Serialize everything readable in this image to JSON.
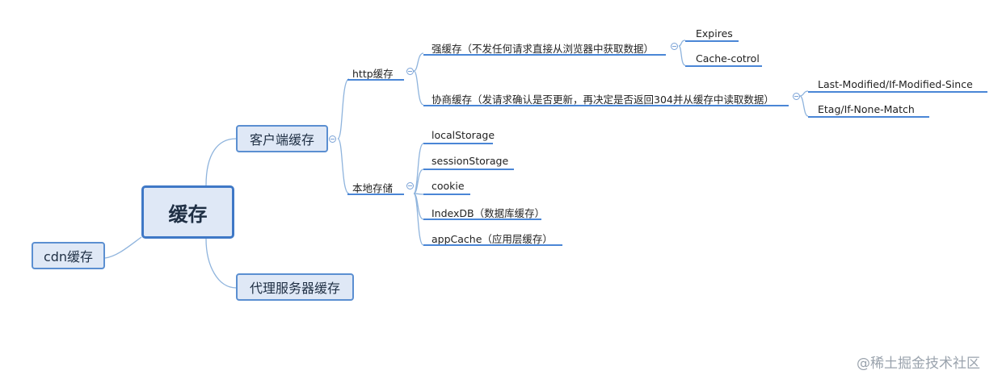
{
  "root": {
    "label": "缓存"
  },
  "branches": {
    "client": {
      "label": "客户端缓存"
    },
    "cdn": {
      "label": "cdn缓存"
    },
    "proxy": {
      "label": "代理服务器缓存"
    }
  },
  "http": {
    "label": "http缓存",
    "strong": {
      "label": "强缓存（不发任何请求直接从浏览器中获取数据）",
      "items": [
        "Expires",
        "Cache-cotrol"
      ]
    },
    "negotiate": {
      "label": "协商缓存（发请求确认是否更新，再决定是否返回304并从缓存中读取数据）",
      "items": [
        "Last-Modified/If-Modified-Since",
        "Etag/If-None-Match"
      ]
    }
  },
  "local": {
    "label": "本地存储",
    "items": [
      "localStorage",
      "sessionStorage",
      "cookie",
      "IndexDB（数据库缓存）",
      "appCache（应用层缓存）"
    ]
  },
  "watermark": "@稀土掘金技术社区",
  "colors": {
    "line": "#8fb4dd",
    "underline": "#4a86d6",
    "node_fill": "#dfe8f6",
    "node_border": "#5b8fd1"
  }
}
